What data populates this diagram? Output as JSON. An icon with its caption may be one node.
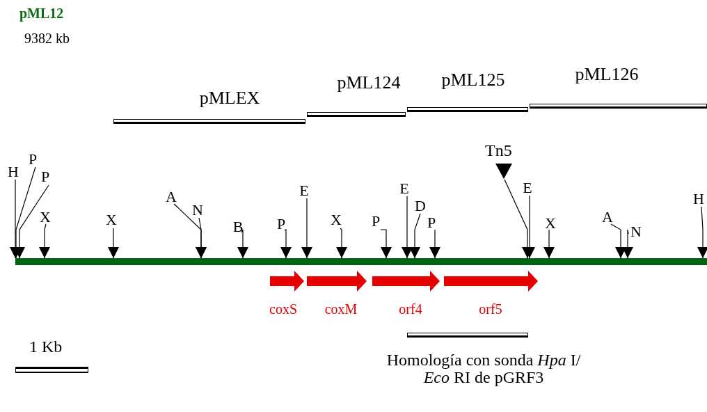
{
  "diagram": {
    "title": "pML12",
    "nodes": [
      {
        "text": [
          "pMLEX"
        ]
      },
      {
        "text": [
          "pML124"
        ]
      },
      {
        "text": [
          "pML125"
        ]
      },
      {
        "text": [
          "pML126"
        ]
      },
      {
        "text": [
          "Tn5"
        ]
      },
      {
        "text": [
          "H"
        ]
      },
      {
        "text": [
          "P"
        ]
      },
      {
        "text": [
          "P"
        ]
      },
      {
        "text": [
          "X"
        ]
      },
      {
        "text": [
          "X"
        ]
      },
      {
        "text": [
          "A"
        ]
      },
      {
        "text": [
          "N"
        ]
      },
      {
        "text": [
          "B"
        ]
      },
      {
        "text": [
          "P"
        ]
      },
      {
        "text": [
          "E"
        ]
      },
      {
        "text": [
          "X"
        ]
      },
      {
        "text": [
          "P"
        ]
      },
      {
        "text": [
          "E"
        ]
      },
      {
        "text": [
          "D"
        ]
      },
      {
        "text": [
          "P"
        ]
      },
      {
        "text": [
          "E"
        ]
      },
      {
        "text": [
          "X"
        ]
      },
      {
        "text": [
          "A"
        ]
      },
      {
        "text": [
          "N"
        ]
      },
      {
        "text": [
          "H"
        ]
      },
      {
        "text": [],
        "shape": "bar"
      },
      {
        "text": [
          "coxS"
        ]
      },
      {
        "text": [
          "coxM"
        ]
      },
      {
        "text": [
          "orf4"
        ]
      },
      {
        "text": [
          "orf5"
        ]
      },
      {
        "text": [
          "Homología con sonda *Hpa* I/ *Eco* RI de pGRF3"
        ]
      }
    ],
    "edges": [
      {
        "from": 4,
        "to": 25,
        "arrow": "to"
      },
      {
        "from": 5,
        "to": 25,
        "arrow": "to"
      },
      {
        "from": 6,
        "to": 25,
        "arrow": "to"
      },
      {
        "from": 7,
        "to": 25,
        "arrow": "to"
      },
      {
        "from": 8,
        "to": 25,
        "arrow": "to"
      },
      {
        "from": 9,
        "to": 25,
        "arrow": "to"
      },
      {
        "from": 10,
        "to": 25,
        "arrow": "to"
      },
      {
        "from": 11,
        "to": 25,
        "arrow": "to"
      },
      {
        "from": 12,
        "to": 25,
        "arrow": "to"
      },
      {
        "from": 13,
        "to": 25,
        "arrow": "to"
      },
      {
        "from": 14,
        "to": 25,
        "arrow": "to"
      },
      {
        "from": 15,
        "to": 25,
        "arrow": "to"
      },
      {
        "from": 16,
        "to": 25,
        "arrow": "to"
      },
      {
        "from": 17,
        "to": 25,
        "arrow": "to"
      },
      {
        "from": 18,
        "to": 25,
        "arrow": "to"
      },
      {
        "from": 19,
        "to": 25,
        "arrow": "to"
      },
      {
        "from": 20,
        "to": 25,
        "arrow": "to"
      },
      {
        "from": 21,
        "to": 25,
        "arrow": "to"
      },
      {
        "from": 22,
        "to": 25,
        "arrow": "to"
      },
      {
        "from": 23,
        "to": 25,
        "arrow": "to"
      },
      {
        "from": 24,
        "to": 25,
        "arrow": "to"
      }
    ],
    "labels": [
      "9382 kb",
      "1 Kb"
    ]
  }
}
